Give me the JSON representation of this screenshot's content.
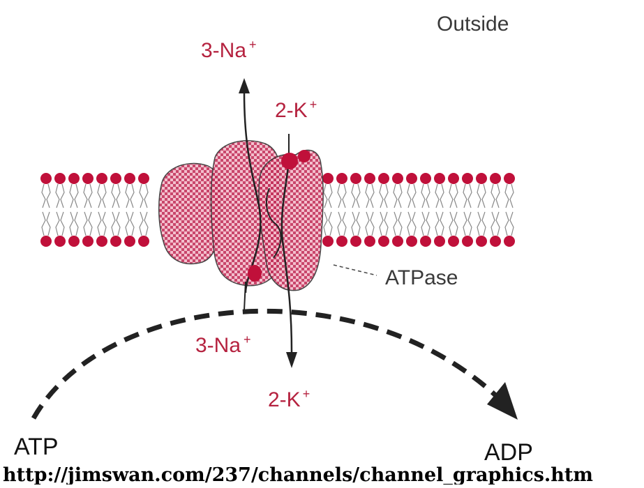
{
  "diagram": {
    "labels": {
      "outside": "Outside",
      "na_top": "3-Na",
      "na_top_sup": "+",
      "k_top": "2-K",
      "k_top_sup": "+",
      "atpase": "ATPase",
      "na_bottom": "3-Na",
      "na_bottom_sup": "+",
      "k_bottom": "2-K",
      "k_bottom_sup": "+",
      "atp": "ATP",
      "adp": "ADP"
    },
    "source_url": "http://jimswan.com/237/channels/channel_graphics.htm"
  },
  "colors": {
    "membrane_head": "#c0103a",
    "protein_fill": "#e8a3b6",
    "protein_dots": "#b8234a",
    "outline": "#222222",
    "label_red": "#b5223f"
  }
}
